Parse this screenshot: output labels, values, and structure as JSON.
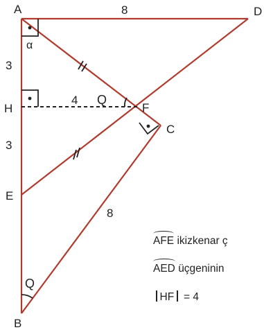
{
  "points": {
    "A": "A",
    "D": "D",
    "H": "H",
    "E": "E",
    "B": "B",
    "F": "F",
    "C": "C"
  },
  "lengths": {
    "AD": "8",
    "AH": "3",
    "HE": "3",
    "HF": "4",
    "EC": "8"
  },
  "angles": {
    "alpha": "α",
    "q_at_f": "Q",
    "q_at_b": "Q"
  },
  "info": {
    "line1_arc": "AFE",
    "line1_text": "ikizkenar ç",
    "line2_arc": "AED",
    "line2_text": "üçgeninin",
    "line3_label": "HF",
    "line3_value": "= 4"
  },
  "colors": {
    "segment": "#b03a2e",
    "text": "#222222"
  }
}
